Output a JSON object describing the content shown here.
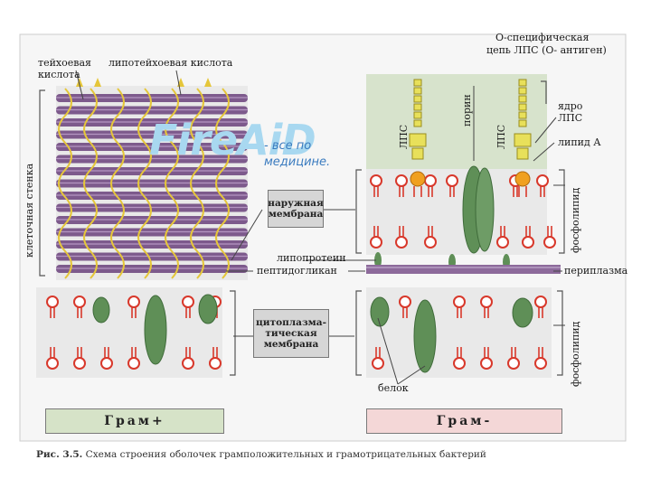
{
  "labels": {
    "teichoic_acid": "тейхоевая",
    "teichoic_acid_2": "кислота",
    "lipoteichoic_acid": "липотейхоевая кислота",
    "cell_wall": "клеточная стенка",
    "o_specific": "О-специфическая",
    "o_specific_2": "цепь ЛПС (О- антиген)",
    "lps_left": "ЛПС",
    "lps_right": "ЛПС",
    "porin": "порин",
    "lps_core": "ядро",
    "lps_core_2": "ЛПС",
    "lipid_a": "липид А",
    "phospholipid_top": "фосфолипид",
    "phospholipid_bottom": "фосфолипид",
    "lipoprotein": "липопротеин",
    "peptidoglycan": "пептидогликан",
    "periplasm": "периплазма",
    "protein": "белок"
  },
  "boxes": {
    "outer_membrane": "наружная мембрана",
    "cytoplasmic_membrane": "цитоплазма-тическая мембрана"
  },
  "legend": {
    "gram_pos": "Грам+",
    "gram_neg": "Грам-"
  },
  "caption": {
    "num": "Рис. 3.5.",
    "text": "Схема строения оболочек грамположительных и грамотрицательных бактерий"
  },
  "watermark": {
    "brand": "FireAiD",
    "tagline1": "- все по",
    "tagline2": "медицине."
  },
  "colors": {
    "wall_purple": "#7d5a8c",
    "teichoic_yellow": "#e5c63a",
    "lipid_red": "#d8382b",
    "protein_green": "#5f8f57",
    "bg_gray": "#eeeeee",
    "gram_pos_fill": "#d6e3c8",
    "gram_neg_fill": "#f4d7d7"
  }
}
